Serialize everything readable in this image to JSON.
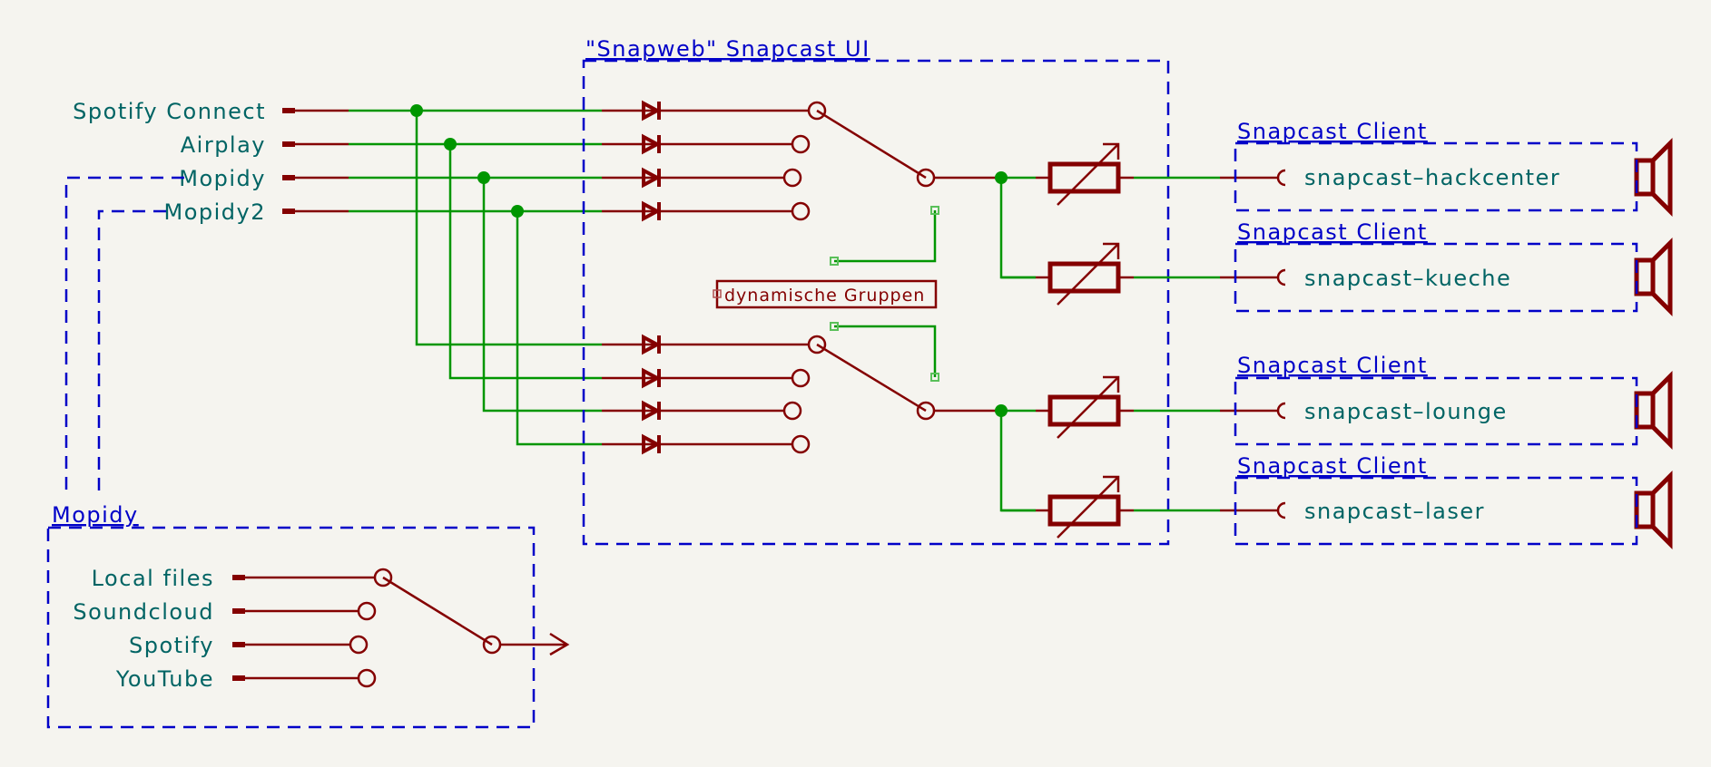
{
  "diagram": {
    "type": "schematic",
    "colors": {
      "background": "#f5f4ef",
      "wire": "#009600",
      "symbol": "#840000",
      "sheet_border": "#0000c8",
      "label_text": "#006464"
    },
    "sources": [
      {
        "label": "Spotify Connect"
      },
      {
        "label": "Airplay"
      },
      {
        "label": "Mopidy"
      },
      {
        "label": "Mopidy2"
      }
    ],
    "snapweb_block": {
      "title": "\"Snapweb\" Snapcast UI",
      "note_label": "dynamische Gruppen",
      "switch_groups": 2,
      "inputs_per_group": 4
    },
    "mopidy_block": {
      "title": "Mopidy",
      "inputs": [
        {
          "label": "Local files"
        },
        {
          "label": "Soundcloud"
        },
        {
          "label": "Spotify"
        },
        {
          "label": "YouTube"
        }
      ]
    },
    "clients": [
      {
        "title": "Snapcast Client",
        "name": "snapcast–hackcenter"
      },
      {
        "title": "Snapcast Client",
        "name": "snapcast–kueche"
      },
      {
        "title": "Snapcast Client",
        "name": "snapcast–lounge"
      },
      {
        "title": "Snapcast Client",
        "name": "snapcast–laser"
      }
    ],
    "icons": [
      "diode-icon",
      "switch-icon",
      "variable-resistor-icon",
      "connector-icon",
      "speaker-icon",
      "arrow-icon",
      "junction-icon"
    ]
  }
}
